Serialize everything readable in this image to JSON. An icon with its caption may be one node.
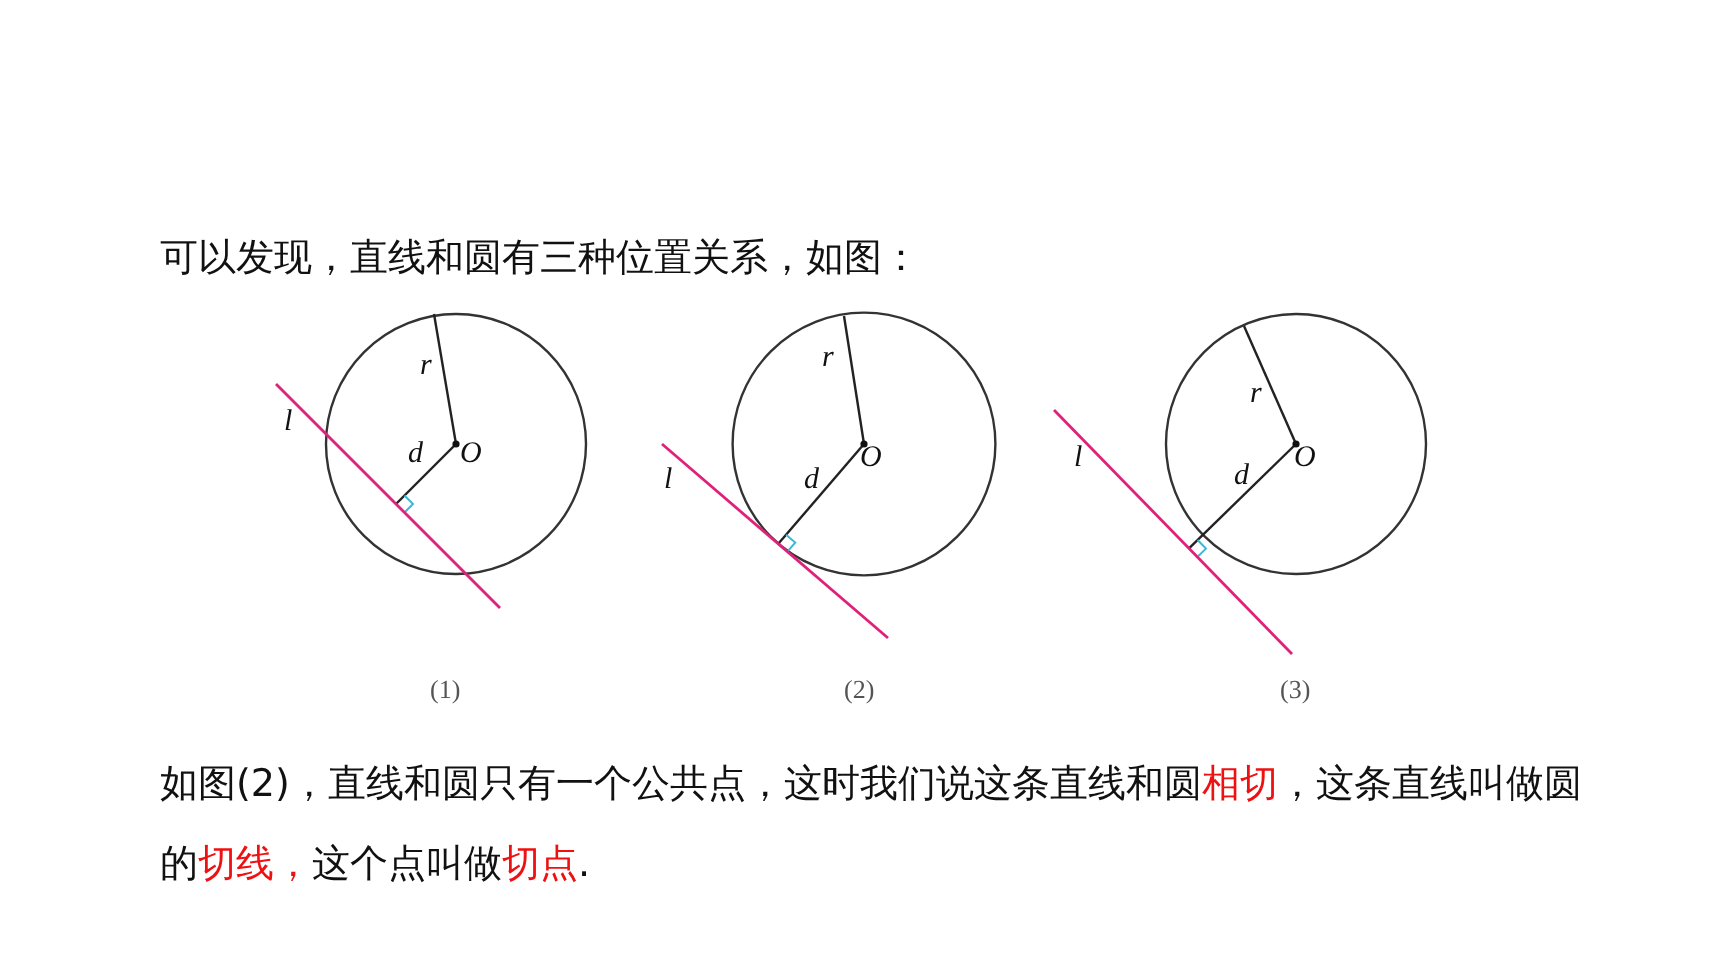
{
  "diagram": {
    "title": "可以发现，直线和圆有三种位置关系，如图：",
    "labels": [
      "r",
      "l",
      "d",
      "O",
      "r",
      "l",
      "d",
      "O",
      "r",
      "l",
      "d",
      "O",
      "(1)",
      "(2)",
      "(3)",
      "如图(2)，直线和圆只有一个公共点，这时我们说这条直线和圆**相切**，这条直线叫做圆的**切线，**这个点叫做**切点**."
    ]
  }
}
